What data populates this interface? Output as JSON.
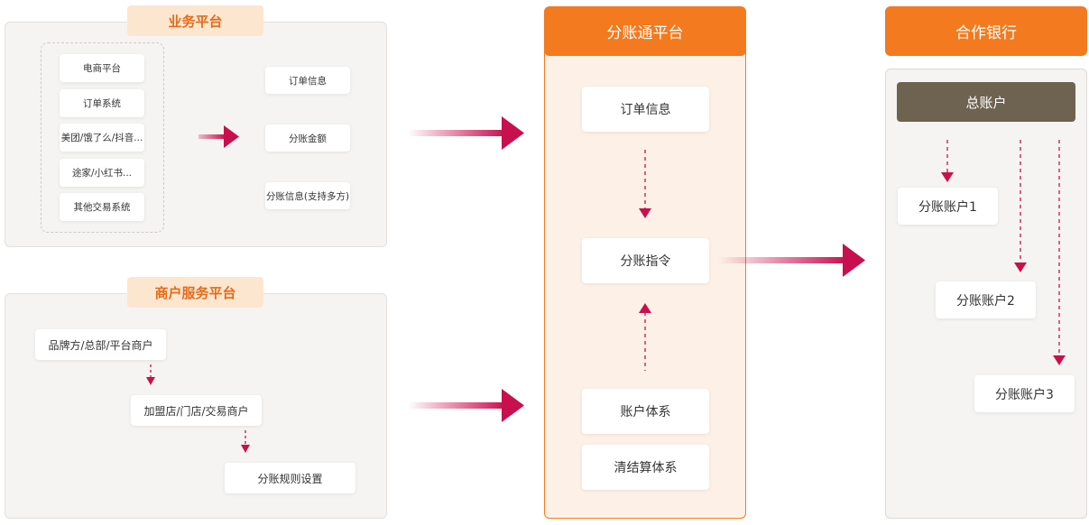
{
  "business": {
    "title": "业务平台",
    "sources": [
      "电商平台",
      "订单系统",
      "美团/饿了么/抖音...",
      "途家/小红书...",
      "其他交易系统"
    ],
    "outputs": [
      "订单信息",
      "分账金额",
      "分账信息(支持多方)"
    ]
  },
  "merchant": {
    "title": "商户服务平台",
    "steps": [
      "品牌方/总部/平台商户",
      "加盟店/门店/交易商户",
      "分账规则设置"
    ]
  },
  "split": {
    "title": "分账通平台",
    "order_info": "订单信息",
    "instruction": "分账指令",
    "account_system": "账户体系",
    "settlement_system": "清结算体系"
  },
  "bank": {
    "title": "合作银行",
    "master": "总账户",
    "subs": [
      "分账账户1",
      "分账账户2",
      "分账账户3"
    ]
  },
  "colors": {
    "accent": "#f37a1f",
    "arrow": "#c8104e",
    "tag_bg": "#fde6cf",
    "master_bg": "#6e6250"
  }
}
